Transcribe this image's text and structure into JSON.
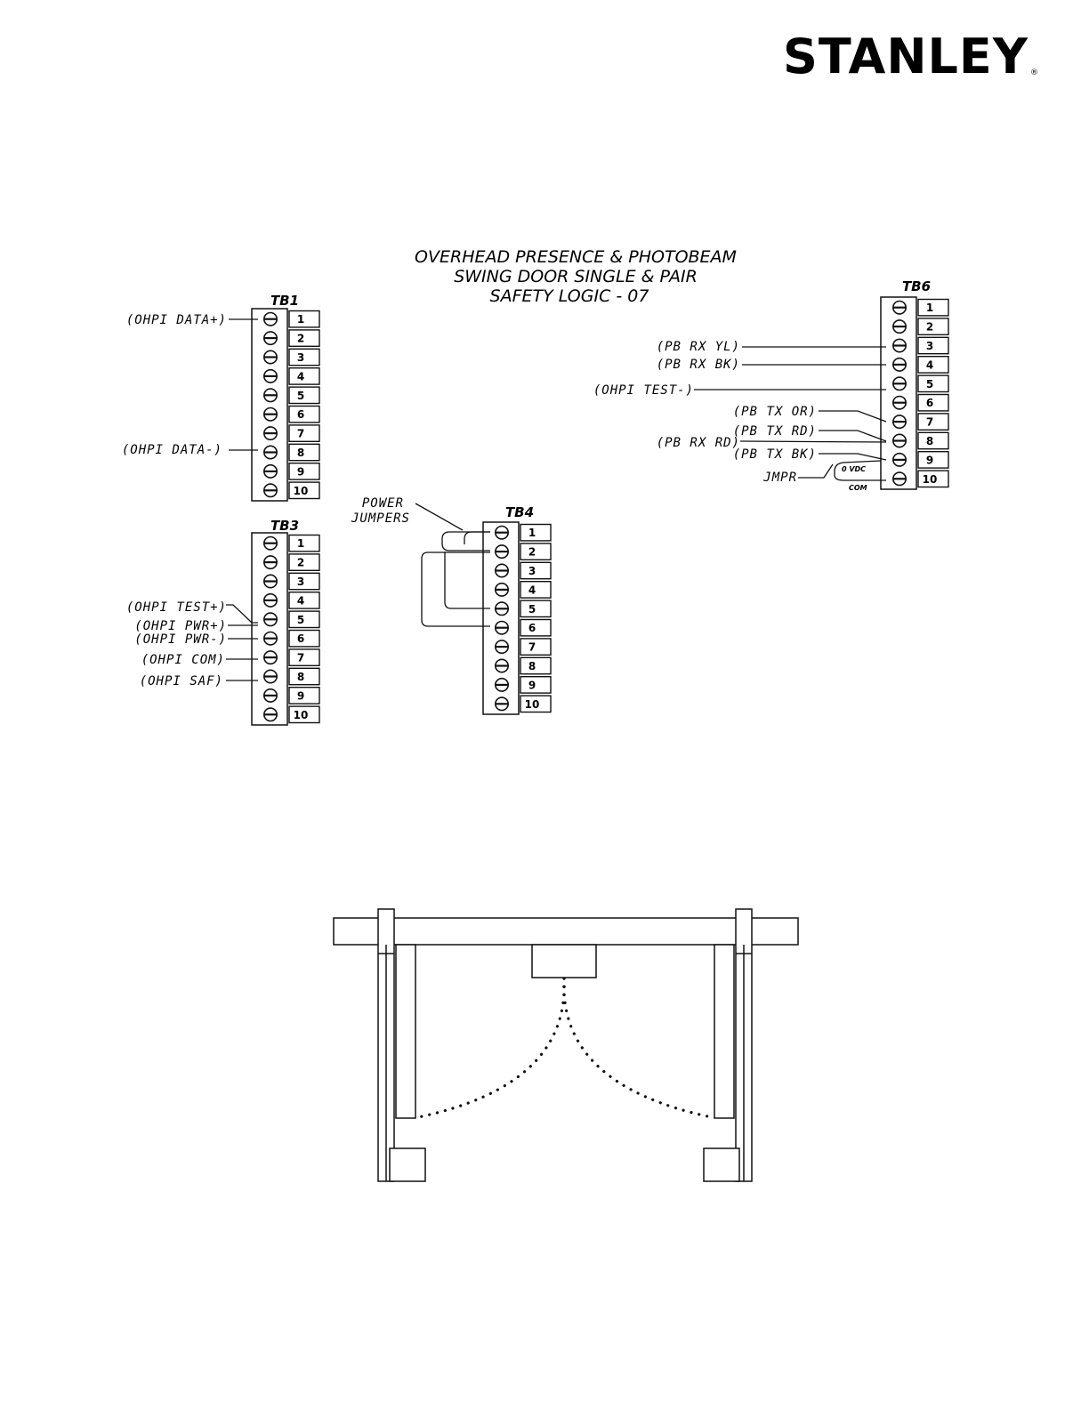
{
  "brand": {
    "name": "STANLEY",
    "registered": "®"
  },
  "title": {
    "lines": [
      "OVERHEAD PRESENCE & PHOTOBEAM",
      "SWING DOOR SINGLE & PAIR",
      "SAFETY LOGIC - 07"
    ]
  },
  "terminal_blocks": {
    "tb1": {
      "name": "TB1",
      "terminals": [
        "1",
        "2",
        "3",
        "4",
        "5",
        "6",
        "7",
        "8",
        "9",
        "10"
      ]
    },
    "tb3": {
      "name": "TB3",
      "terminals": [
        "1",
        "2",
        "3",
        "4",
        "5",
        "6",
        "7",
        "8",
        "9",
        "10"
      ]
    },
    "tb4": {
      "name": "TB4",
      "terminals": [
        "1",
        "2",
        "3",
        "4",
        "5",
        "6",
        "7",
        "8",
        "9",
        "10"
      ]
    },
    "tb6": {
      "name": "TB6",
      "terminals": [
        "1",
        "2",
        "3",
        "4",
        "5",
        "6",
        "7",
        "8",
        "9",
        "10"
      ]
    }
  },
  "labels": {
    "tb1": {
      "ohpi_data_plus": "(OHPI DATA+)",
      "ohpi_data_minus": "(OHPI DATA-)"
    },
    "tb3": {
      "ohpi_test_plus": "(OHPI TEST+)",
      "ohpi_pwr_plus": "(OHPI PWR+)",
      "ohpi_pwr_minus": "(OHPI PWR-)",
      "ohpi_com": "(OHPI COM)",
      "ohpi_saf": "(OHPI SAF)"
    },
    "tb4": {
      "power": "POWER",
      "jumpers": "JUMPERS"
    },
    "tb6": {
      "pb_rx_yl": "(PB RX YL)",
      "pb_rx_bk": "(PB RX BK)",
      "ohpi_test_minus": "(OHPI TEST-)",
      "pb_tx_or": "(PB TX OR)",
      "pb_tx_rd": "(PB TX RD)",
      "pb_rx_rd": "(PB RX RD)",
      "pb_tx_bk": "(PB TX BK)",
      "jmpr": "JMPR",
      "zero_vdc": "0 VDC",
      "com": "COM"
    }
  }
}
